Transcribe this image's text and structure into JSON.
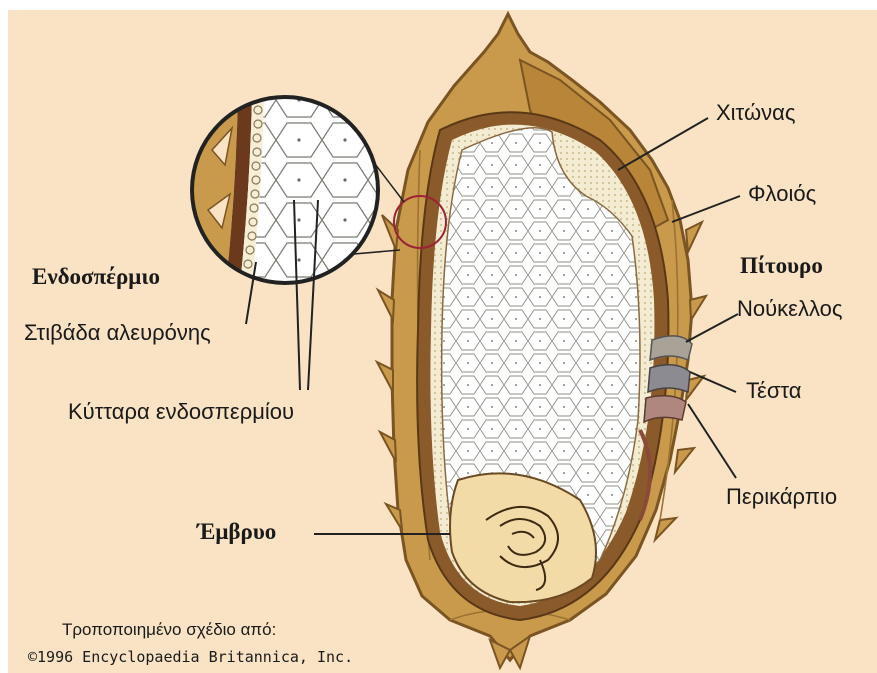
{
  "background_color": "#f9e3c4",
  "labels": {
    "chiton": "Χιτώνας",
    "floios": "Φλοιός",
    "pitouro": "Πίτουρο",
    "noukellos": "Νούκελλος",
    "testa": "Τέστα",
    "perikarpio": "Περικάρπιο",
    "endospermio": "Ενδοσπέρμιο",
    "strwma_aleyronis": "Στιβάδα αλευρόνης",
    "kyttara": "Κύτταρα ενδοσπερμίου",
    "embryo": "Έμβρυο"
  },
  "credit": {
    "line1": "Τροποποιημένο σχέδιο από:",
    "line2": "©1996 Encyclopaedia Britannica, Inc."
  }
}
